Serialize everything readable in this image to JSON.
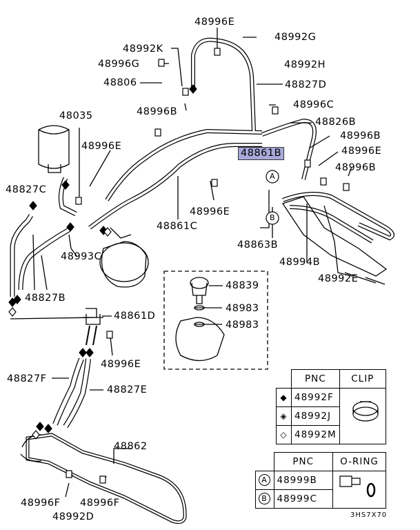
{
  "labels": {
    "p48996E_top": "48996E",
    "p48992G": "48992G",
    "p48992K": "48992K",
    "p48996G": "48996G",
    "p48992H": "48992H",
    "p48806": "48806",
    "p48827D": "48827D",
    "p48996C": "48996C",
    "p48996B_mid": "48996B",
    "p48035": "48035",
    "p48826B": "48826B",
    "p48996B_right": "48996B",
    "p48996E_left": "48996E",
    "p48861B": "48861B",
    "p48996E_right": "48996E",
    "p48996B_right2": "48996B",
    "p48827C": "48827C",
    "p48996E_center": "48996E",
    "p48861C": "48861C",
    "p48863B": "48863B",
    "p48993C": "48993C",
    "p48994B": "48994B",
    "p48992E": "48992E",
    "p48827B": "48827B",
    "p48839": "48839",
    "p48983_1": "48983",
    "p48983_2": "48983",
    "p48861D": "48861D",
    "p48996E_lower": "48996E",
    "p48827F": "48827F",
    "p48827E": "48827E",
    "p48862": "48862",
    "p48996F_left": "48996F",
    "p48996F_right": "48996F",
    "p48992D": "48992D",
    "callout_a": "A",
    "callout_b": "B",
    "diagram_code": "3HS7X70"
  },
  "clip_table": {
    "header_pnc": "PNC",
    "header_clip": "CLIP",
    "rows": [
      {
        "symbol": "◆",
        "pnc": "48992F"
      },
      {
        "symbol": "◈",
        "pnc": "48992J"
      },
      {
        "symbol": "◇",
        "pnc": "48992M"
      }
    ]
  },
  "oring_table": {
    "header_pnc": "PNC",
    "header_oring": "O-RING",
    "rows": [
      {
        "symbol": "A",
        "pnc": "48999B"
      },
      {
        "symbol": "B",
        "pnc": "48999C"
      }
    ]
  },
  "highlight_color": "#a7a9d8"
}
